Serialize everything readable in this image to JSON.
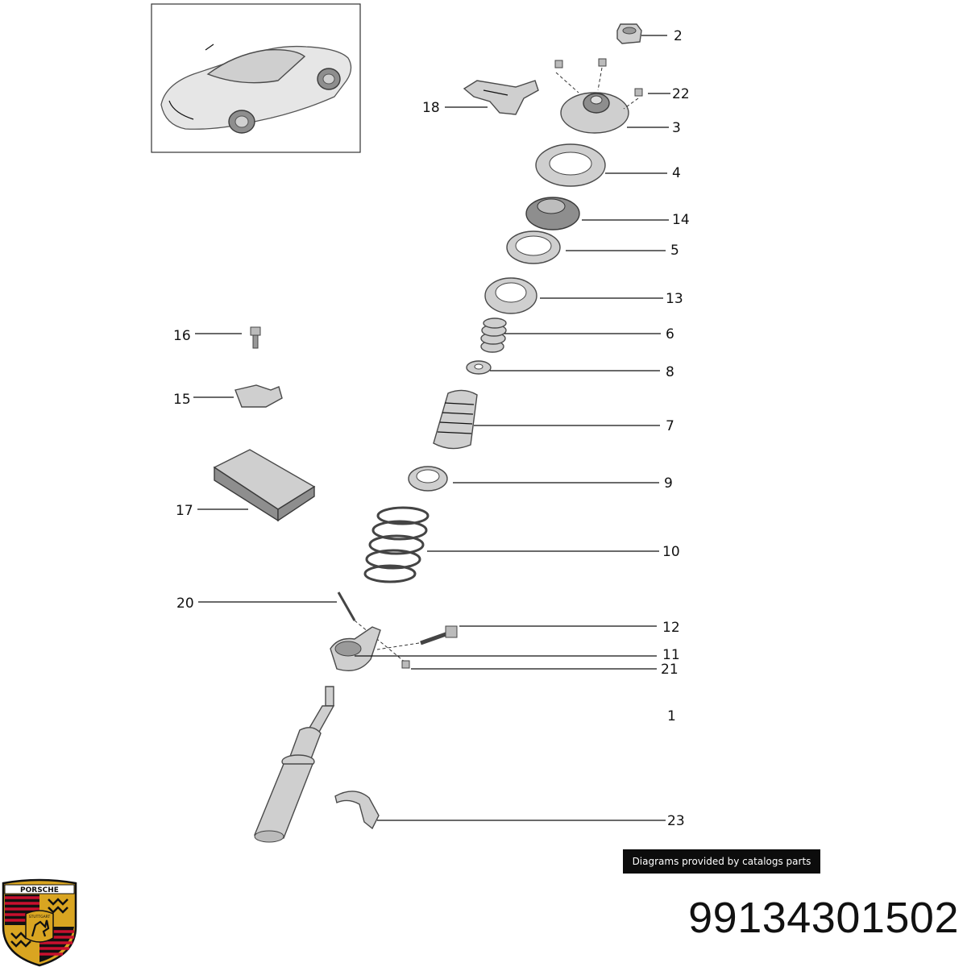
{
  "diagram": {
    "callouts": [
      {
        "number": "2"
      },
      {
        "number": "22"
      },
      {
        "number": "3"
      },
      {
        "number": "18"
      },
      {
        "number": "4"
      },
      {
        "number": "14"
      },
      {
        "number": "5"
      },
      {
        "number": "13"
      },
      {
        "number": "16"
      },
      {
        "number": "6"
      },
      {
        "number": "8"
      },
      {
        "number": "15"
      },
      {
        "number": "7"
      },
      {
        "number": "9"
      },
      {
        "number": "17"
      },
      {
        "number": "10"
      },
      {
        "number": "20"
      },
      {
        "number": "12"
      },
      {
        "number": "11"
      },
      {
        "number": "21"
      },
      {
        "number": "1"
      },
      {
        "number": "23"
      }
    ]
  },
  "credit": "Diagrams provided by catalogs parts",
  "part_number": "99134301502",
  "logo": {
    "brand_text": "PORSCHE",
    "city_text": "STUTTGART",
    "colors": {
      "gold": "#d9a521",
      "red": "#c8102e",
      "black": "#111111"
    }
  }
}
